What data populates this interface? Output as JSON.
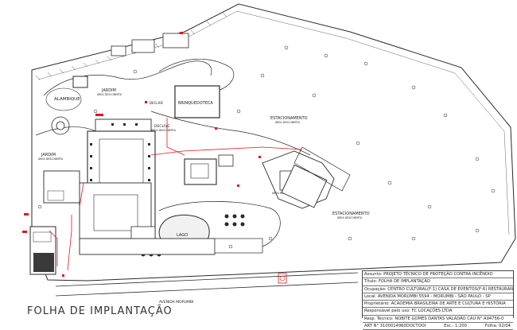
{
  "sheet_title": "FOLHA DE IMPLANTAÇÃO",
  "street_label": "AVENIDA MORUMBI",
  "labels": {
    "alambique": "ALAMBIQUE",
    "jardim": "JARDIM",
    "area_descoberta": "ÁREA DESCOBERTA",
    "brinquedoteca": "BRINQUEDOTECA",
    "estacionamento": "ESTACIONAMENTO",
    "declive": "DECLIVE",
    "lago": "LAGO",
    "area_esportes": "ÁREA ESPORTES"
  },
  "title_block": {
    "assunto": "Assunto: PROJETO TÉCNICO DE PROTEÇÃO CONTRA INCÊNDIO",
    "titulo": "Título: FOLHA DE IMPLANTAÇÃO",
    "ocupacao": "Ocupação: CENTRO CULTURAL(F-1) CASA DE EVENTOS(F-6) RESTAURANTE (F-8)",
    "local": "Local: AVENIDA MORUMBI 5594 - MORUMBI - SÃO PAULO - SP",
    "proprietario": "Proprietário: ACADEMIA BRASILEIRA DE ARTE E CULTURA E HISTÓRIA",
    "responsavel": "Responsável pelo uso: FC LOCAÇÕES LTDA",
    "resp_tecnico": "Resp. Técnico: NOBITE GOMES DANTAS VALADÃO CAU N° A94756-0",
    "art": "ART N° 3100014960DOCTOOI",
    "escala": "Esc.: 1:200",
    "folha": "Folha: 02/04"
  },
  "colors": {
    "line": "#2a2a2a",
    "fire": "#e01818",
    "paper": "#ffffff"
  }
}
